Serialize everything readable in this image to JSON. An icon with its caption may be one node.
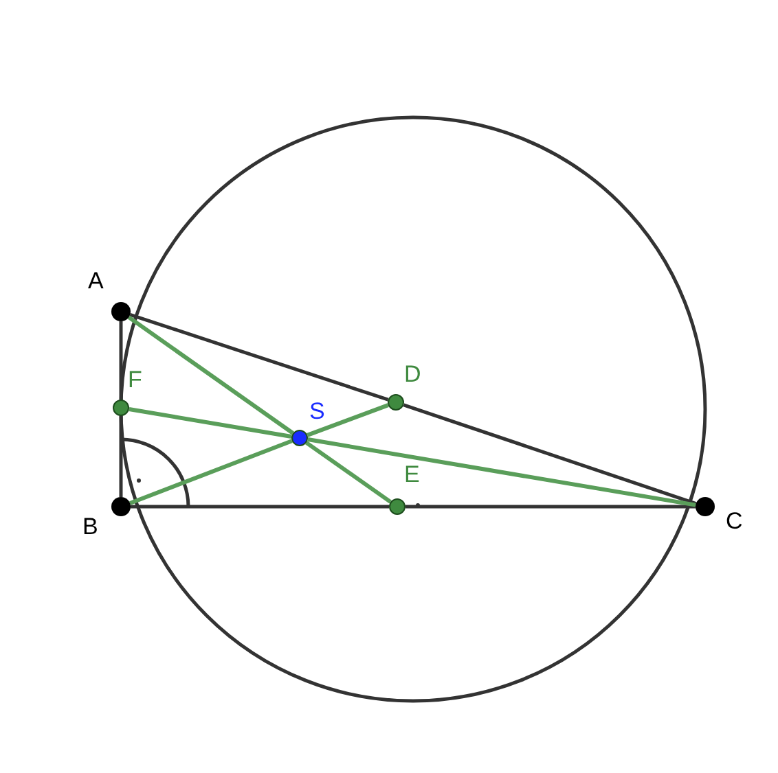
{
  "diagram": {
    "nodes": [
      {
        "text": [
          "A"
        ]
      },
      {
        "text": [
          "B"
        ]
      },
      {
        "text": [
          "C"
        ]
      },
      {
        "text": [
          "D"
        ]
      },
      {
        "text": [
          "E"
        ]
      },
      {
        "text": [
          "F"
        ]
      },
      {
        "text": [
          "S"
        ]
      }
    ],
    "edges": [
      {
        "from": 0,
        "to": 5,
        "arrow": "none"
      },
      {
        "from": 5,
        "to": 1,
        "arrow": "none"
      },
      {
        "from": 1,
        "to": 4,
        "arrow": "none"
      },
      {
        "from": 4,
        "to": 2,
        "arrow": "none"
      },
      {
        "from": 2,
        "to": 3,
        "arrow": "none"
      },
      {
        "from": 3,
        "to": 0,
        "arrow": "none"
      },
      {
        "from": 0,
        "to": 6,
        "arrow": "none",
        "color": "#5a9e5a"
      },
      {
        "from": 6,
        "to": 4,
        "arrow": "none",
        "color": "#5a9e5a"
      },
      {
        "from": 1,
        "to": 6,
        "arrow": "none",
        "color": "#5a9e5a"
      },
      {
        "from": 6,
        "to": 3,
        "arrow": "none",
        "color": "#5a9e5a"
      },
      {
        "from": 2,
        "to": 6,
        "arrow": "none",
        "color": "#5a9e5a"
      },
      {
        "from": 6,
        "to": 5,
        "arrow": "none",
        "color": "#5a9e5a"
      }
    ]
  }
}
